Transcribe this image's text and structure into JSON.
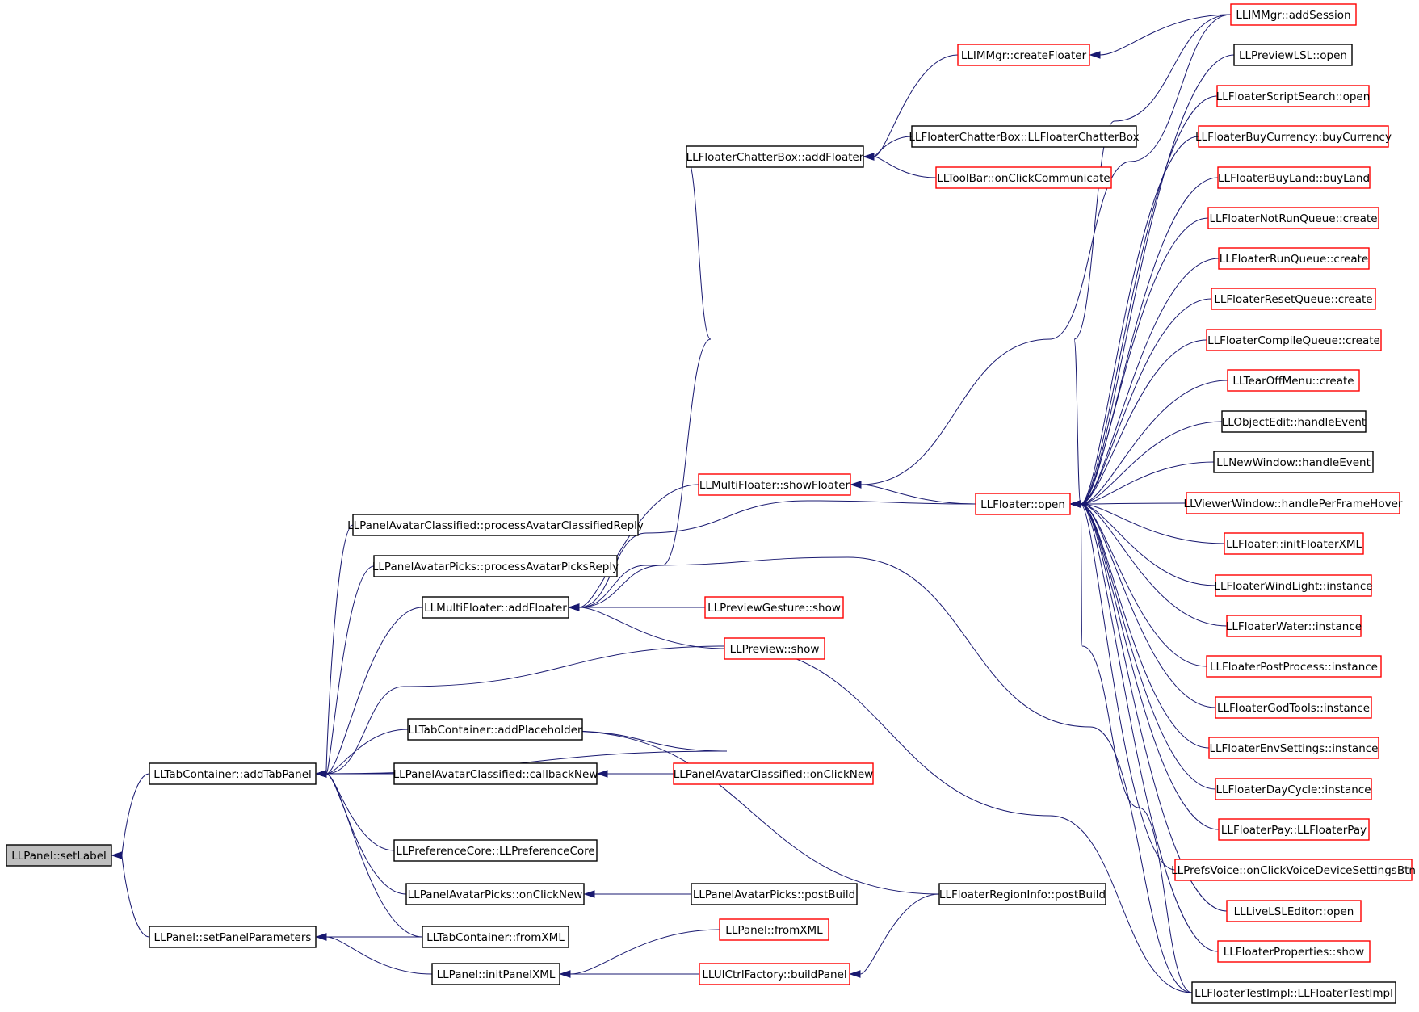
{
  "diagram": {
    "type": "call-graph",
    "root": "LLPanel::setLabel",
    "colors": {
      "root_fill": "#bfbfbf",
      "documented_border": "#000000",
      "undocumented_border": "#ff0000",
      "edge": "#191970",
      "background": "#ffffff"
    },
    "nodes": [
      {
        "id": "setLabel",
        "label": "LLPanel::setLabel",
        "style": "root"
      },
      {
        "id": "addTabPanel",
        "label": "LLTabContainer::addTabPanel",
        "style": "black"
      },
      {
        "id": "setPanelParameters",
        "label": "LLPanel::setPanelParameters",
        "style": "black"
      },
      {
        "id": "processAvatarClassifiedReply",
        "label": "LLPanelAvatarClassified::processAvatarClassifiedReply",
        "style": "black"
      },
      {
        "id": "processAvatarPicksReply",
        "label": "LLPanelAvatarPicks::processAvatarPicksReply",
        "style": "black"
      },
      {
        "id": "mfAddFloater",
        "label": "LLMultiFloater::addFloater",
        "style": "black"
      },
      {
        "id": "addPlaceholder",
        "label": "LLTabContainer::addPlaceholder",
        "style": "black"
      },
      {
        "id": "callbackNew",
        "label": "LLPanelAvatarClassified::callbackNew",
        "style": "black"
      },
      {
        "id": "prefCore",
        "label": "LLPreferenceCore::LLPreferenceCore",
        "style": "black"
      },
      {
        "id": "picksOnClickNew",
        "label": "LLPanelAvatarPicks::onClickNew",
        "style": "black"
      },
      {
        "id": "tcFromXML",
        "label": "LLTabContainer::fromXML",
        "style": "black"
      },
      {
        "id": "initPanelXML",
        "label": "LLPanel::initPanelXML",
        "style": "black"
      },
      {
        "id": "cbAddFloater",
        "label": "LLFloaterChatterBox::addFloater",
        "style": "black"
      },
      {
        "id": "showFloater",
        "label": "LLMultiFloater::showFloater",
        "style": "red"
      },
      {
        "id": "previewGestureShow",
        "label": "LLPreviewGesture::show",
        "style": "red"
      },
      {
        "id": "previewShow",
        "label": "LLPreview::show",
        "style": "red"
      },
      {
        "id": "classifiedOnClickNew",
        "label": "LLPanelAvatarClassified::onClickNew",
        "style": "red"
      },
      {
        "id": "picksPostBuild",
        "label": "LLPanelAvatarPicks::postBuild",
        "style": "black"
      },
      {
        "id": "panelFromXML",
        "label": "LLPanel::fromXML",
        "style": "red"
      },
      {
        "id": "buildPanel",
        "label": "LLUICtrlFactory::buildPanel",
        "style": "red"
      },
      {
        "id": "createFloater",
        "label": "LLIMMgr::createFloater",
        "style": "red"
      },
      {
        "id": "cbCtor",
        "label": "LLFloaterChatterBox::LLFloaterChatterBox",
        "style": "black"
      },
      {
        "id": "onClickCommunicate",
        "label": "LLToolBar::onClickCommunicate",
        "style": "red"
      },
      {
        "id": "floaterOpen",
        "label": "LLFloater::open",
        "style": "red"
      },
      {
        "id": "regionInfoPostBuild",
        "label": "LLFloaterRegionInfo::postBuild",
        "style": "black"
      },
      {
        "id": "addSession",
        "label": "LLIMMgr::addSession",
        "style": "red"
      },
      {
        "id": "previewLSLOpen",
        "label": "LLPreviewLSL::open",
        "style": "black"
      },
      {
        "id": "scriptSearchOpen",
        "label": "LLFloaterScriptSearch::open",
        "style": "red"
      },
      {
        "id": "buyCurrency",
        "label": "LLFloaterBuyCurrency::buyCurrency",
        "style": "red"
      },
      {
        "id": "buyLand",
        "label": "LLFloaterBuyLand::buyLand",
        "style": "red"
      },
      {
        "id": "notRunQueue",
        "label": "LLFloaterNotRunQueue::create",
        "style": "red"
      },
      {
        "id": "runQueue",
        "label": "LLFloaterRunQueue::create",
        "style": "red"
      },
      {
        "id": "resetQueue",
        "label": "LLFloaterResetQueue::create",
        "style": "red"
      },
      {
        "id": "compileQueue",
        "label": "LLFloaterCompileQueue::create",
        "style": "red"
      },
      {
        "id": "tearOffMenu",
        "label": "LLTearOffMenu::create",
        "style": "red"
      },
      {
        "id": "objectEdit",
        "label": "LLObjectEdit::handleEvent",
        "style": "black"
      },
      {
        "id": "newWindow",
        "label": "LLNewWindow::handleEvent",
        "style": "black"
      },
      {
        "id": "viewerWindow",
        "label": "LLViewerWindow::handlePerFrameHover",
        "style": "red"
      },
      {
        "id": "initFloaterXML",
        "label": "LLFloater::initFloaterXML",
        "style": "red"
      },
      {
        "id": "windLight",
        "label": "LLFloaterWindLight::instance",
        "style": "red"
      },
      {
        "id": "water",
        "label": "LLFloaterWater::instance",
        "style": "red"
      },
      {
        "id": "postProcess",
        "label": "LLFloaterPostProcess::instance",
        "style": "red"
      },
      {
        "id": "godTools",
        "label": "LLFloaterGodTools::instance",
        "style": "red"
      },
      {
        "id": "envSettings",
        "label": "LLFloaterEnvSettings::instance",
        "style": "red"
      },
      {
        "id": "dayCycle",
        "label": "LLFloaterDayCycle::instance",
        "style": "red"
      },
      {
        "id": "floaterPay",
        "label": "LLFloaterPay::LLFloaterPay",
        "style": "red"
      },
      {
        "id": "prefsVoice",
        "label": "LLPrefsVoice::onClickVoiceDeviceSettingsBtn",
        "style": "red"
      },
      {
        "id": "liveLSL",
        "label": "LLLiveLSLEditor::open",
        "style": "red"
      },
      {
        "id": "properties",
        "label": "LLFloaterProperties::show",
        "style": "red"
      },
      {
        "id": "testImpl",
        "label": "LLFloaterTestImpl::LLFloaterTestImpl",
        "style": "black"
      }
    ]
  }
}
